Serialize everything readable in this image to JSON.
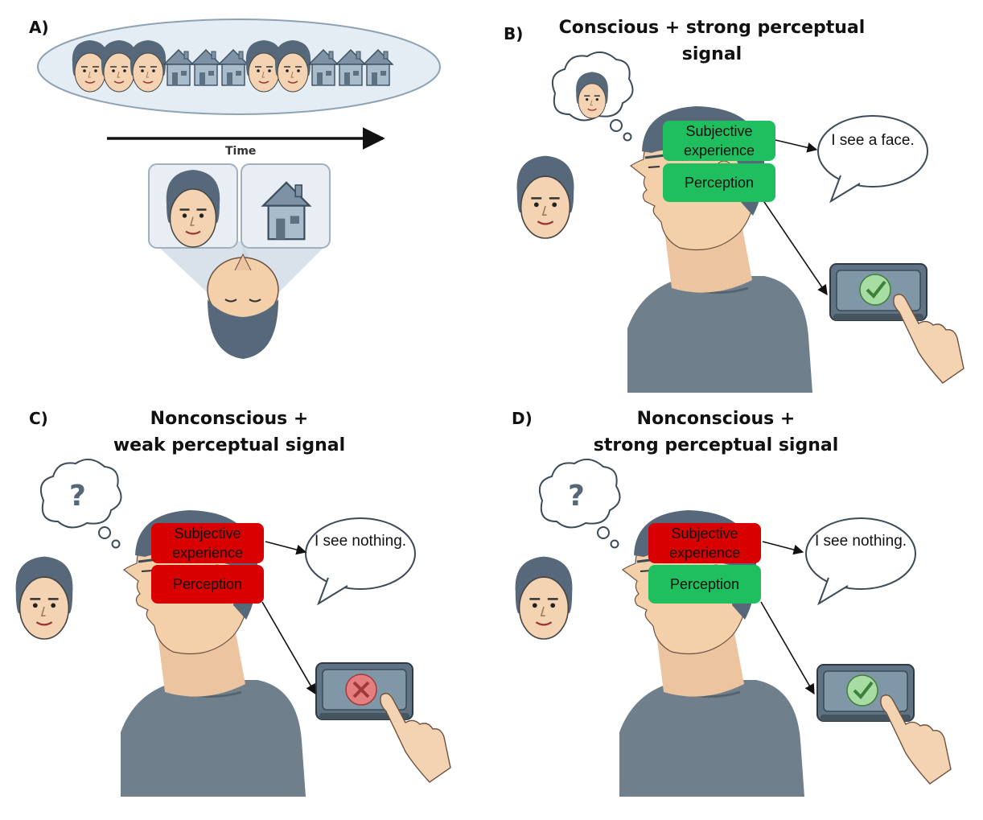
{
  "panels": {
    "a": {
      "label": "A)",
      "time_label": "Time"
    },
    "b": {
      "label": "B)",
      "title_line1": "Conscious + strong perceptual",
      "title_line2": "signal",
      "box1": "Subjective experience",
      "box2": "Perception",
      "speech": "I see a face.",
      "box1_color": "#1fbf5f",
      "box2_color": "#1fbf5f",
      "button": "check"
    },
    "c": {
      "label": "C)",
      "title_line1": "Nonconscious +",
      "title_line2": "weak perceptual signal",
      "box1": "Subjective experience",
      "box2": "Perception",
      "speech": "I see nothing.",
      "box1_color": "#d80000",
      "box2_color": "#d80000",
      "button": "cross"
    },
    "d": {
      "label": "D)",
      "title_line1": "Nonconscious +",
      "title_line2": "strong perceptual signal",
      "box1": "Subjective experience",
      "box2": "Perception",
      "speech": "I see nothing.",
      "box1_color": "#d80000",
      "box2_color": "#1fbf5f",
      "button": "check"
    },
    "thought_unknown": "?"
  },
  "colors": {
    "hair": "#56687a",
    "skin": "#f4d3b2",
    "shirt": "#6f7f8c",
    "house": "#93a8b8"
  }
}
